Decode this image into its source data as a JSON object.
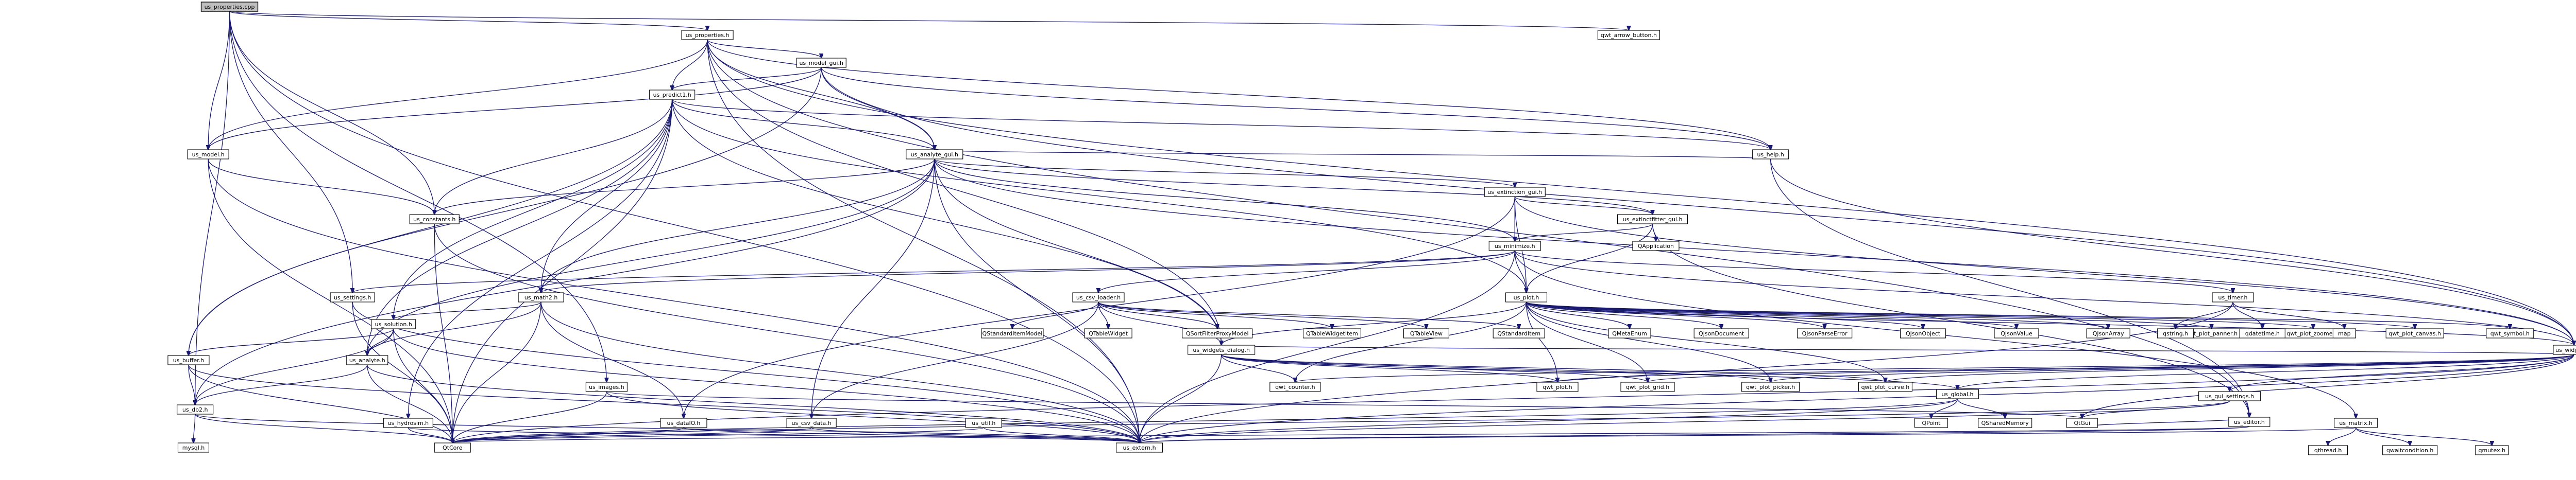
{
  "title": "us_properties.cpp",
  "nodes": [
    {
      "id": "n0",
      "label": "us_properties.cpp",
      "root": true
    },
    {
      "id": "n1",
      "label": "us_properties.h"
    },
    {
      "id": "n2",
      "label": "qwt_arrow_button.h"
    },
    {
      "id": "n3",
      "label": "us_model_gui.h"
    },
    {
      "id": "n4",
      "label": "us_predict1.h"
    },
    {
      "id": "n5",
      "label": "us_model.h"
    },
    {
      "id": "n6",
      "label": "us_analyte_gui.h"
    },
    {
      "id": "n7",
      "label": "us_help.h"
    },
    {
      "id": "n8",
      "label": "us_extinction_gui.h"
    },
    {
      "id": "n9",
      "label": "us_constants.h"
    },
    {
      "id": "n10",
      "label": "us_extinctfitter_gui.h"
    },
    {
      "id": "n11",
      "label": "QApplication"
    },
    {
      "id": "n12",
      "label": "us_minimize.h"
    },
    {
      "id": "n13",
      "label": "us_settings.h"
    },
    {
      "id": "n14",
      "label": "us_math2.h"
    },
    {
      "id": "n15",
      "label": "us_csv_loader.h"
    },
    {
      "id": "n16",
      "label": "us_plot.h"
    },
    {
      "id": "n17",
      "label": "us_timer.h"
    },
    {
      "id": "n18",
      "label": "us_solution.h"
    },
    {
      "id": "n19",
      "label": "QStandardItemModel"
    },
    {
      "id": "n20",
      "label": "QTableWidget"
    },
    {
      "id": "n21",
      "label": "QSortFilterProxyModel"
    },
    {
      "id": "n22",
      "label": "QTableWidgetItem"
    },
    {
      "id": "n23",
      "label": "QTableView"
    },
    {
      "id": "n24",
      "label": "QStandardItem"
    },
    {
      "id": "n25",
      "label": "us_widgets_dialog.h"
    },
    {
      "id": "n26",
      "label": "QMetaEnum"
    },
    {
      "id": "n27",
      "label": "QJsonDocument"
    },
    {
      "id": "n28",
      "label": "QJsonParseError"
    },
    {
      "id": "n29",
      "label": "QJsonObject"
    },
    {
      "id": "n30",
      "label": "QJsonValue"
    },
    {
      "id": "n31",
      "label": "QJsonArray"
    },
    {
      "id": "n32",
      "label": "qwt_plot_panner.h"
    },
    {
      "id": "n33",
      "label": "qwt_plot_zoomer.h"
    },
    {
      "id": "n34",
      "label": "qwt_plot_canvas.h"
    },
    {
      "id": "n35",
      "label": "qwt_symbol.h"
    },
    {
      "id": "n36",
      "label": "us_widgets.h"
    },
    {
      "id": "n37",
      "label": "qstring.h"
    },
    {
      "id": "n38",
      "label": "qdatetime.h"
    },
    {
      "id": "n39",
      "label": "map"
    },
    {
      "id": "n40",
      "label": "us_buffer.h"
    },
    {
      "id": "n41",
      "label": "us_analyte.h"
    },
    {
      "id": "n42",
      "label": "us_images.h"
    },
    {
      "id": "n43",
      "label": "qwt_counter.h"
    },
    {
      "id": "n44",
      "label": "qwt_plot.h"
    },
    {
      "id": "n45",
      "label": "qwt_plot_grid.h"
    },
    {
      "id": "n46",
      "label": "qwt_plot_picker.h"
    },
    {
      "id": "n47",
      "label": "qwt_plot_curve.h"
    },
    {
      "id": "n48",
      "label": "us_global.h"
    },
    {
      "id": "n49",
      "label": "us_gui_settings.h"
    },
    {
      "id": "n50",
      "label": "us_editor.h"
    },
    {
      "id": "n51",
      "label": "us_db2.h"
    },
    {
      "id": "n52",
      "label": "us_hydrosim.h"
    },
    {
      "id": "n53",
      "label": "us_dataIO.h"
    },
    {
      "id": "n54",
      "label": "us_csv_data.h"
    },
    {
      "id": "n55",
      "label": "us_util.h"
    },
    {
      "id": "n56",
      "label": "QPoint"
    },
    {
      "id": "n57",
      "label": "QSharedMemory"
    },
    {
      "id": "n58",
      "label": "QtGui"
    },
    {
      "id": "n59",
      "label": "us_matrix.h"
    },
    {
      "id": "n60",
      "label": "mysql.h"
    },
    {
      "id": "n61",
      "label": "QtCore"
    },
    {
      "id": "n62",
      "label": "us_extern.h"
    },
    {
      "id": "n63",
      "label": "qthread.h"
    },
    {
      "id": "n64",
      "label": "qwaitcondition.h"
    },
    {
      "id": "n65",
      "label": "qmutex.h"
    }
  ]
}
